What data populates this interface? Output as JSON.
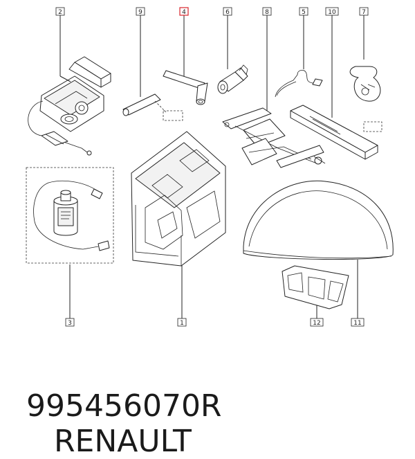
{
  "callouts": [
    "1",
    "2",
    "3",
    "4",
    "5",
    "6",
    "7",
    "8",
    "9",
    "10",
    "11",
    "12"
  ],
  "highlight_color": "#d8262c",
  "caption": {
    "part_number": "995456070R",
    "brand": "RENAULT"
  }
}
